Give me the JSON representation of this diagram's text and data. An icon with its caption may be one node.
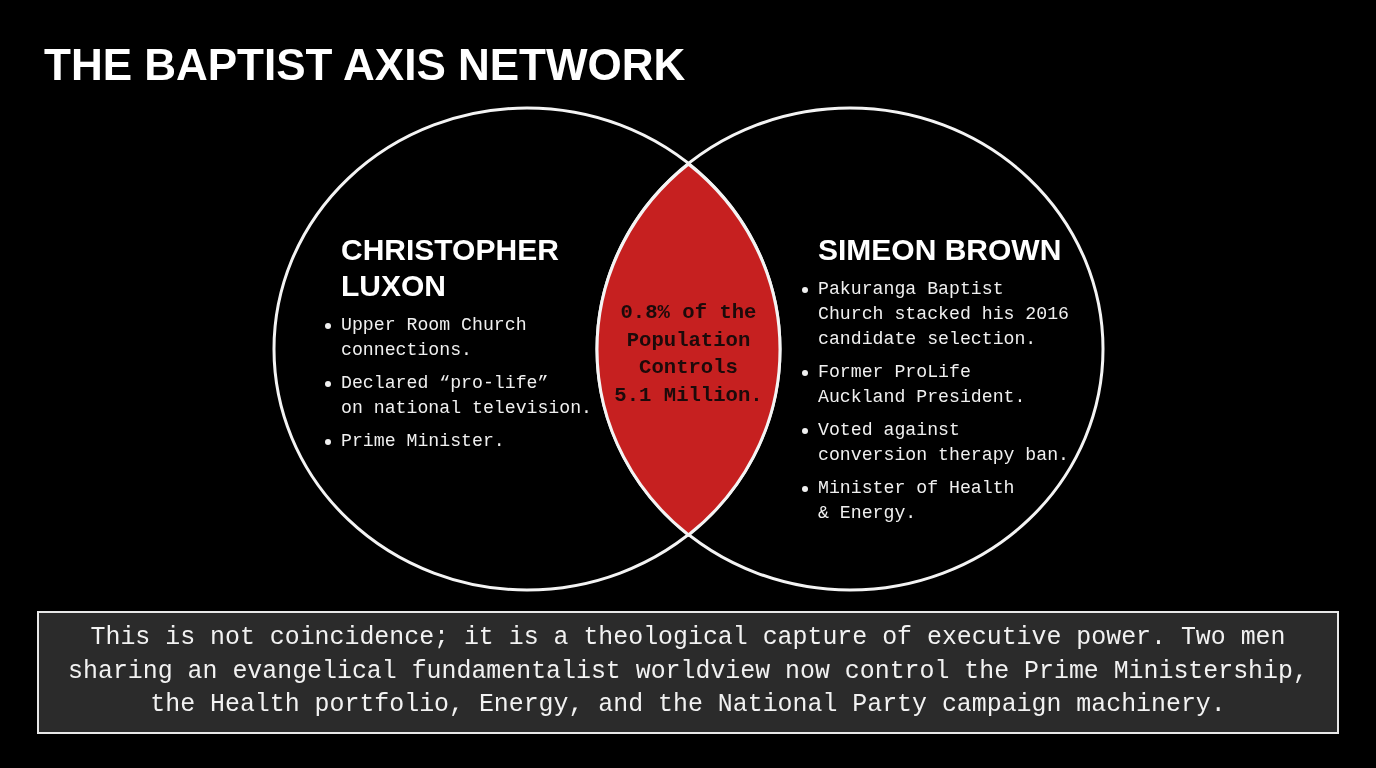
{
  "diagram": {
    "title": "THE BAPTIST AXIS NETWORK",
    "nodes": [
      {
        "text": [
          "CHRISTOPHER LUXON",
          "Upper Room Church connections.",
          "Declared “pro-life” on national television.",
          "Prime Minister."
        ]
      },
      {
        "text": [
          "SIMEON BROWN",
          "Pakuranga Baptist Church stacked his 2016 candidate selection.",
          "Former ProLife Auckland President.",
          "Voted against conversion therapy ban.",
          "Minister of Health & Energy."
        ]
      },
      {
        "text": [
          "0.8% of the Population Controls 5.1 Million."
        ]
      },
      {
        "text": [
          "This is not coincidence; it is a theological capture of executive power. Two men sharing an evangelical fundamentalist worldview now control the Prime Ministership, the Health portfolio, Energy, and the National Party campaign machinery."
        ]
      }
    ]
  }
}
